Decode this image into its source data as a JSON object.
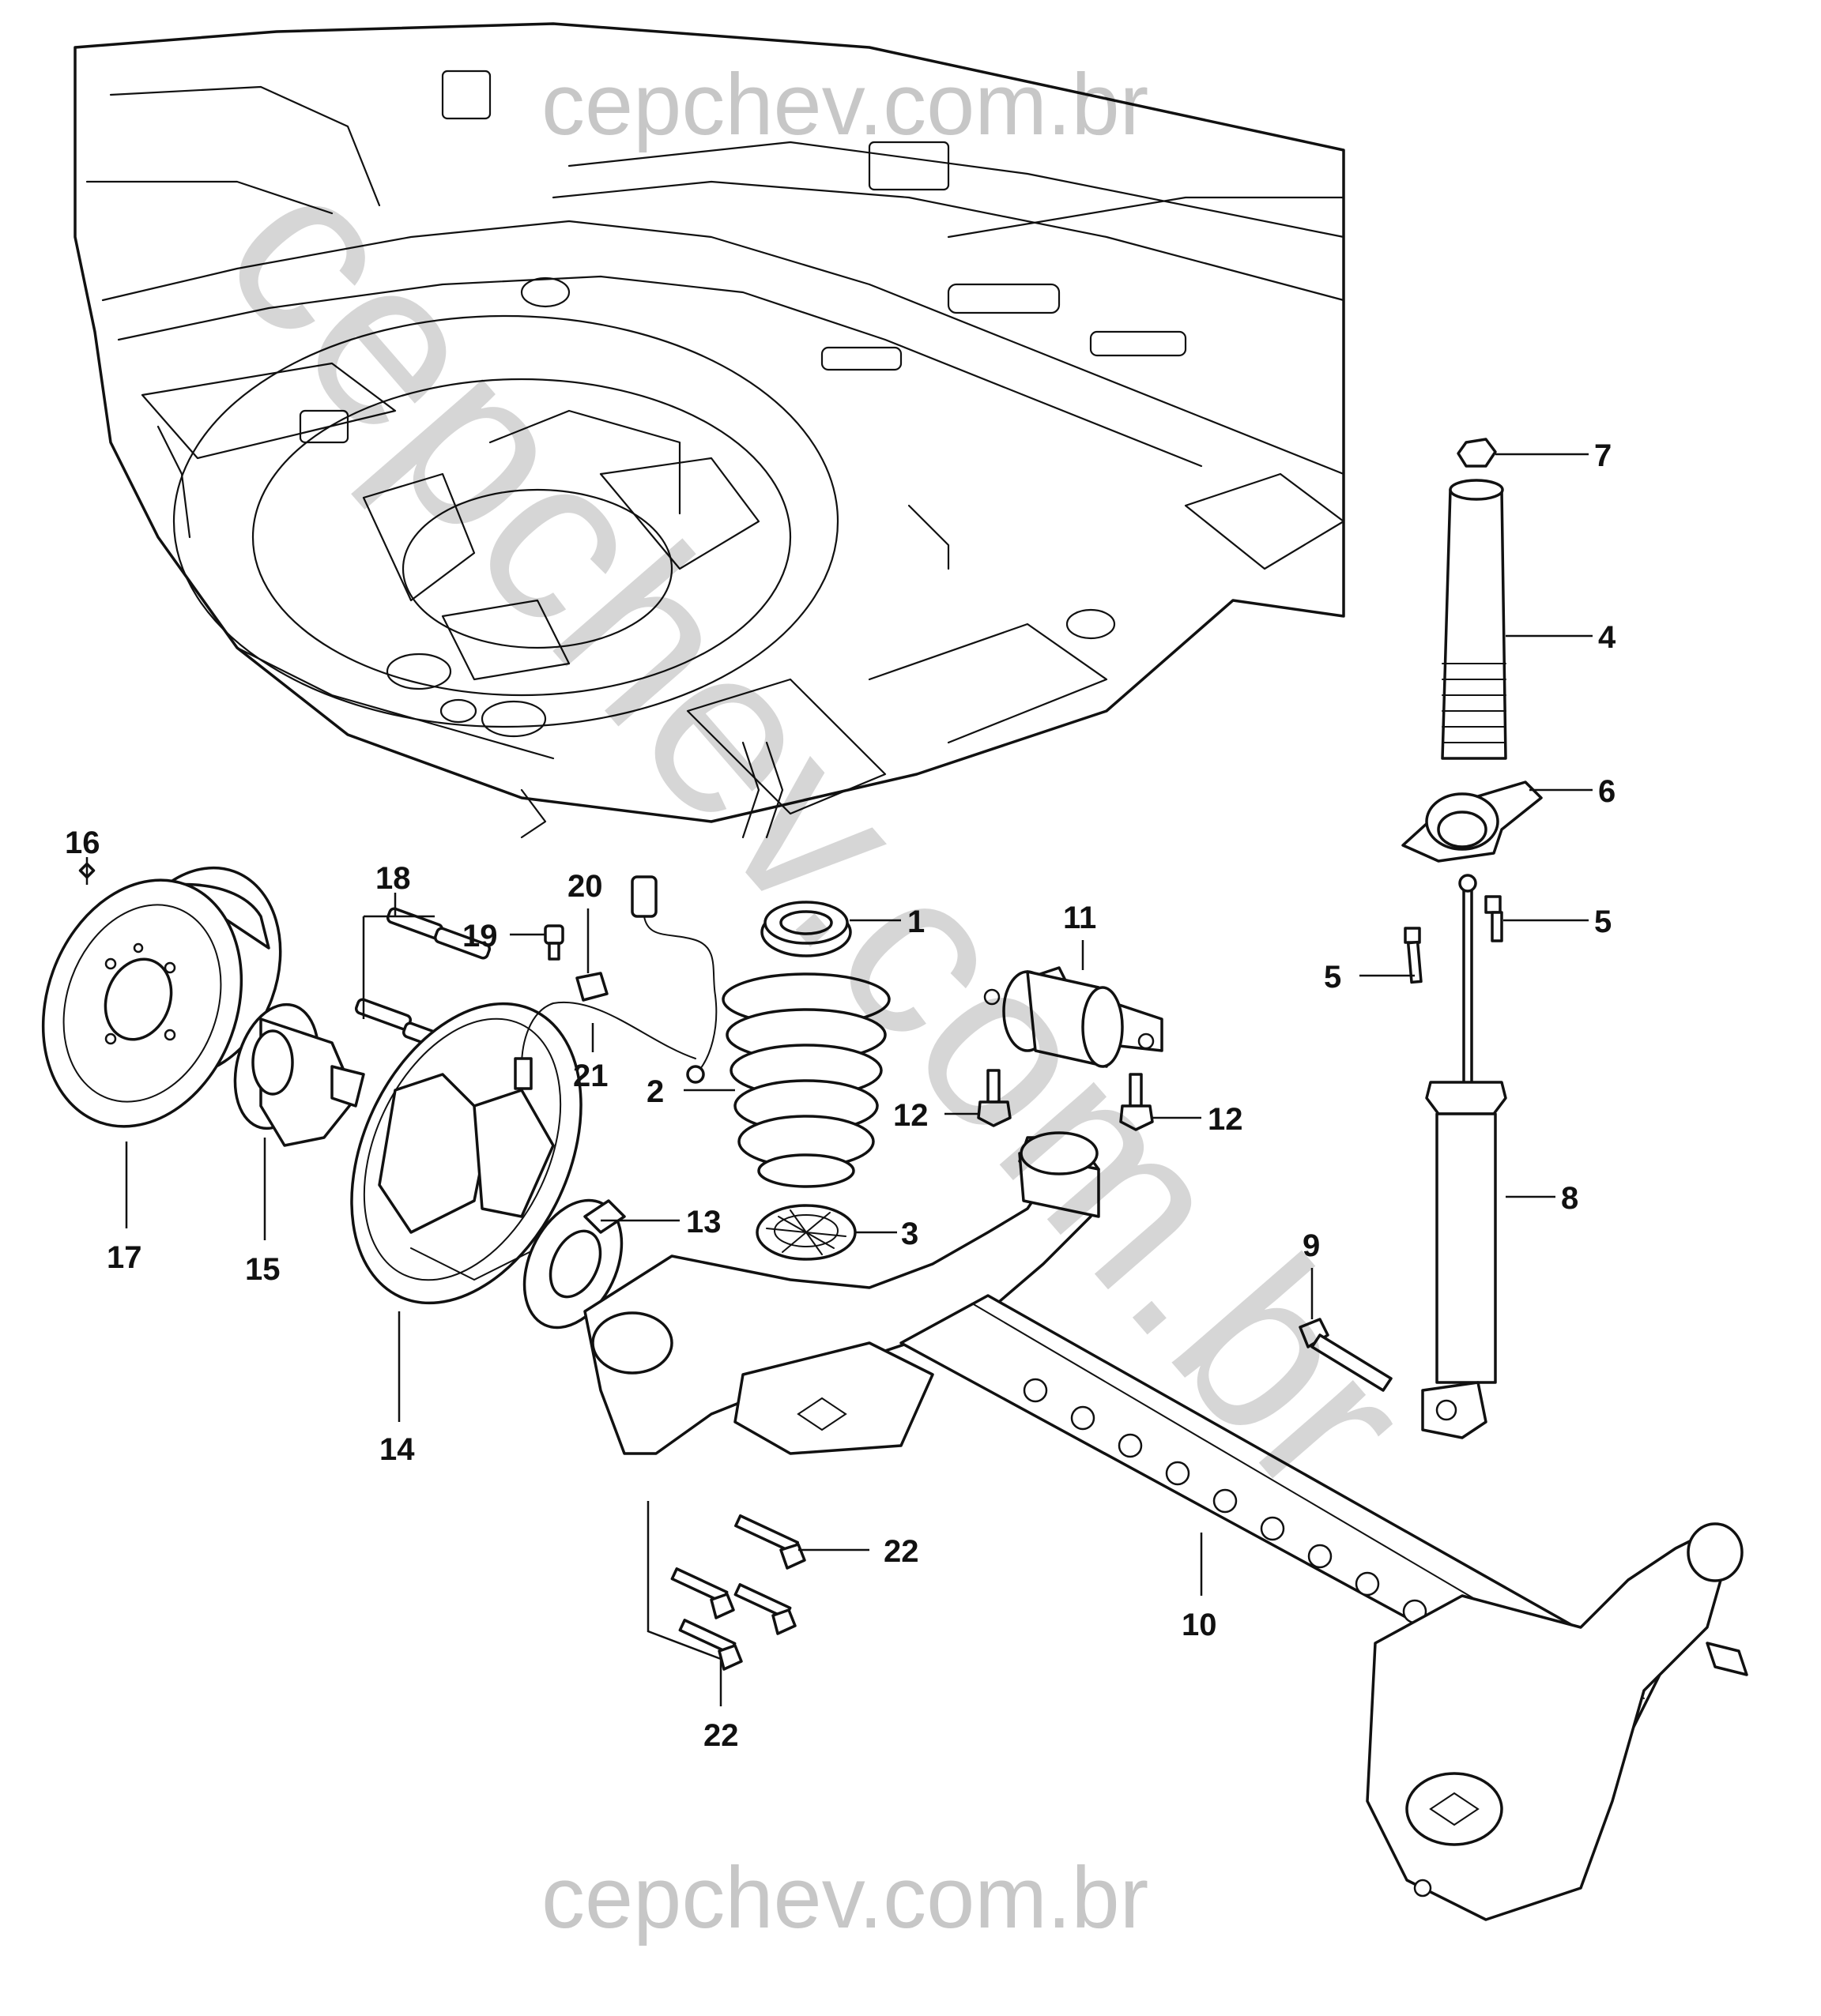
{
  "watermark": {
    "text": "cepchev.com.br"
  },
  "callouts": [
    {
      "id": "1",
      "label": "1"
    },
    {
      "id": "2",
      "label": "2"
    },
    {
      "id": "3",
      "label": "3"
    },
    {
      "id": "4",
      "label": "4"
    },
    {
      "id": "5a",
      "label": "5"
    },
    {
      "id": "5b",
      "label": "5"
    },
    {
      "id": "6",
      "label": "6"
    },
    {
      "id": "7",
      "label": "7"
    },
    {
      "id": "8",
      "label": "8"
    },
    {
      "id": "9",
      "label": "9"
    },
    {
      "id": "10",
      "label": "10"
    },
    {
      "id": "11",
      "label": "11"
    },
    {
      "id": "12a",
      "label": "12"
    },
    {
      "id": "12b",
      "label": "12"
    },
    {
      "id": "13",
      "label": "13"
    },
    {
      "id": "14",
      "label": "14"
    },
    {
      "id": "15",
      "label": "15"
    },
    {
      "id": "16",
      "label": "16"
    },
    {
      "id": "17",
      "label": "17"
    },
    {
      "id": "18",
      "label": "18"
    },
    {
      "id": "19",
      "label": "19"
    },
    {
      "id": "20",
      "label": "20"
    },
    {
      "id": "21",
      "label": "21"
    },
    {
      "id": "22a",
      "label": "22"
    },
    {
      "id": "22b",
      "label": "22"
    }
  ]
}
